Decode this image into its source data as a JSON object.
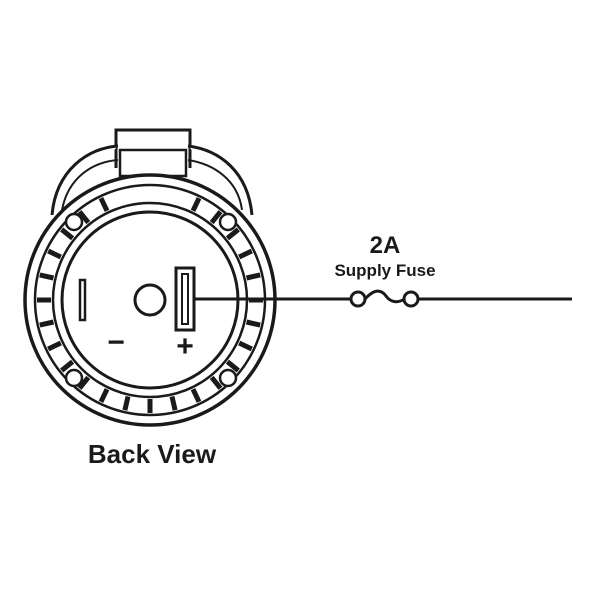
{
  "fuse": {
    "rating": "2A",
    "name": "Supply Fuse"
  },
  "view_label": "Back View",
  "terminals": {
    "negative": "−",
    "positive": "+"
  },
  "colors": {
    "line": "#1a1a1a",
    "background": "#ffffff"
  }
}
